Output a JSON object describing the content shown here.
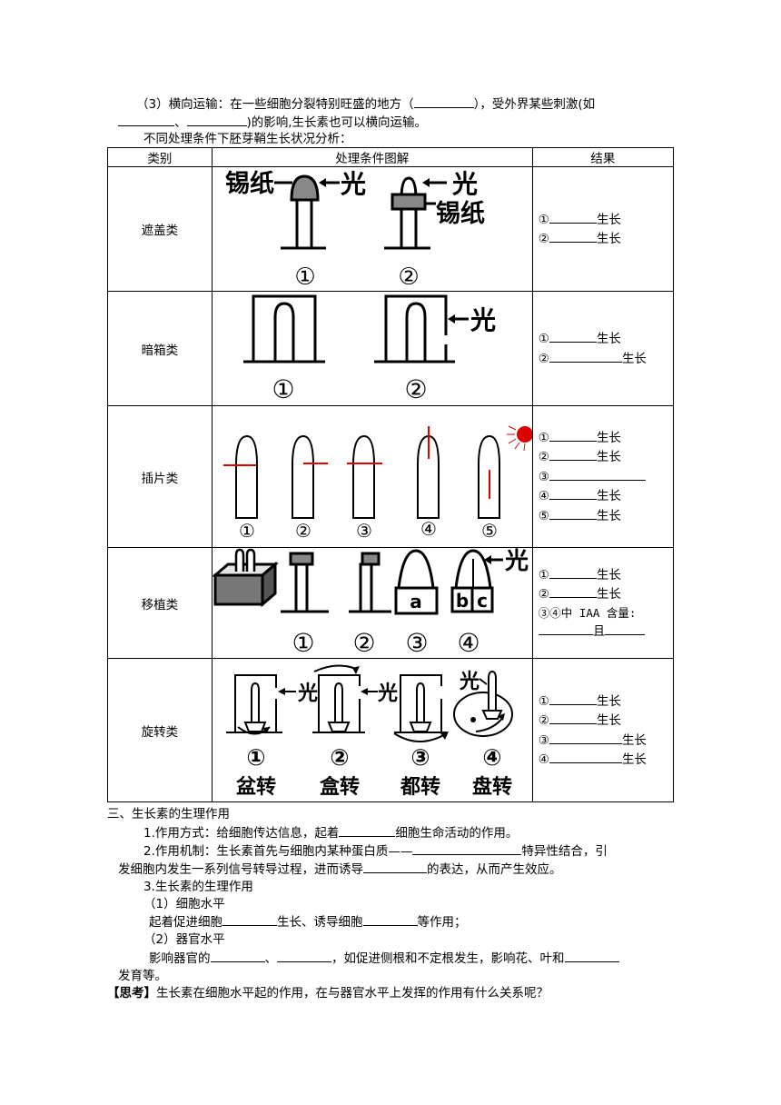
{
  "intro": {
    "line1_a": "（3）横向运输：在一些细胞分裂特别旺盛的地方（",
    "line1_b": "），受外界某些刺激(如",
    "line2_a": "、",
    "line2_b": ")的影响,生长素也可以横向运输。",
    "line3": "不同处理条件下胚芽鞘生长状况分析："
  },
  "table": {
    "headers": [
      "类别",
      "处理条件图解",
      "结果"
    ],
    "rows": [
      {
        "category": "遮盖类",
        "fig_labels": [
          "锡纸",
          "光",
          "光",
          "锡纸",
          "①",
          "②"
        ],
        "results": [
          "①",
          "生长",
          "②",
          "生长"
        ]
      },
      {
        "category": "暗箱类",
        "fig_labels": [
          "光",
          "①",
          "②"
        ],
        "results": [
          "①",
          "生长",
          "②",
          "生长"
        ]
      },
      {
        "category": "插片类",
        "fig_labels": [
          "①",
          "②",
          "③",
          "④",
          "⑤"
        ],
        "results": [
          "①",
          "生长",
          "②",
          "生长",
          "③",
          "④",
          "生长",
          "⑤",
          "生长"
        ]
      },
      {
        "category": "移植类",
        "fig_labels": [
          "光",
          "a",
          "b",
          "c",
          "①",
          "②",
          "③",
          "④"
        ],
        "results": [
          "①",
          "生长",
          "②",
          "生长",
          "③④中 IAA 含量:",
          "且"
        ]
      },
      {
        "category": "旋转类",
        "fig_labels": [
          "光",
          "光",
          "光",
          "①",
          "②",
          "③",
          "④",
          "盆转",
          "盒转",
          "都转",
          "盘转"
        ],
        "results": [
          "①",
          "生长",
          "②",
          "生长",
          "③",
          "生长",
          "④",
          "生长"
        ]
      }
    ]
  },
  "section3": {
    "title": "三、生长素的生理作用",
    "p1_a": "1.作用方式：给细胞传达信息，起着",
    "p1_b": "细胞生命活动的作用。",
    "p2_a": "2.作用机制：生长素首先与细胞内某种蛋白质——",
    "p2_b": "特异性结合，引",
    "p2_c_a": "发细胞内发生一系列信号转导过程，进而诱导",
    "p2_c_b": "的表达，从而产生效应。",
    "p3": "3.生长素的生理作用",
    "p3_1": "（1）细胞水平",
    "p3_1_text_a": "起着促进细胞",
    "p3_1_text_b": "生长、诱导细胞",
    "p3_1_text_c": "等作用；",
    "p3_2": "（2）器官水平",
    "p3_2_text_a": "影响器官的",
    "p3_2_text_b": "、",
    "p3_2_text_c": "，如促进侧根和不定根发生，影响花、叶和",
    "p3_2_text_d": "发育等。",
    "think_label": "【思考】",
    "think_text": "生长素在细胞水平起的作用，在与器官水平上发挥的作用有什么关系呢？"
  }
}
